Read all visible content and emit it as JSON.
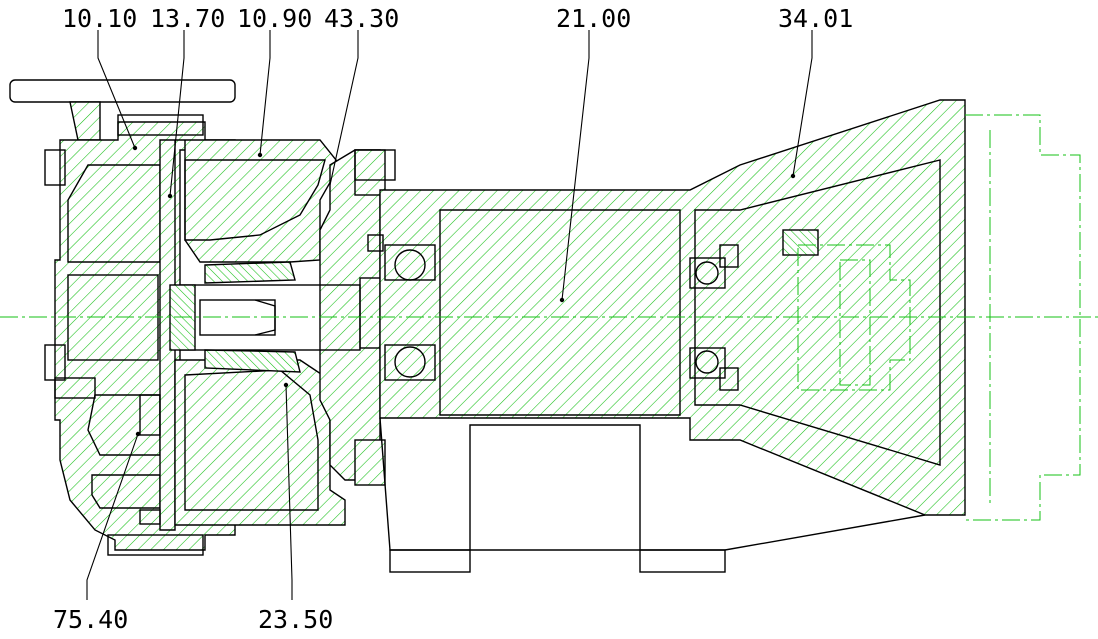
{
  "drawing": {
    "colors": {
      "outline": "#000000",
      "hatch": "#16c016",
      "background": "#ffffff"
    },
    "callouts_top": [
      {
        "id": "10.10",
        "text": "10.10"
      },
      {
        "id": "13.70",
        "text": "13.70"
      },
      {
        "id": "10.90",
        "text": "10.90"
      },
      {
        "id": "43.30",
        "text": "43.30"
      },
      {
        "id": "21.00",
        "text": "21.00"
      },
      {
        "id": "34.01",
        "text": "34.01"
      }
    ],
    "callouts_bottom": [
      {
        "id": "75.40",
        "text": "75.40"
      },
      {
        "id": "23.50",
        "text": "23.50"
      }
    ]
  }
}
